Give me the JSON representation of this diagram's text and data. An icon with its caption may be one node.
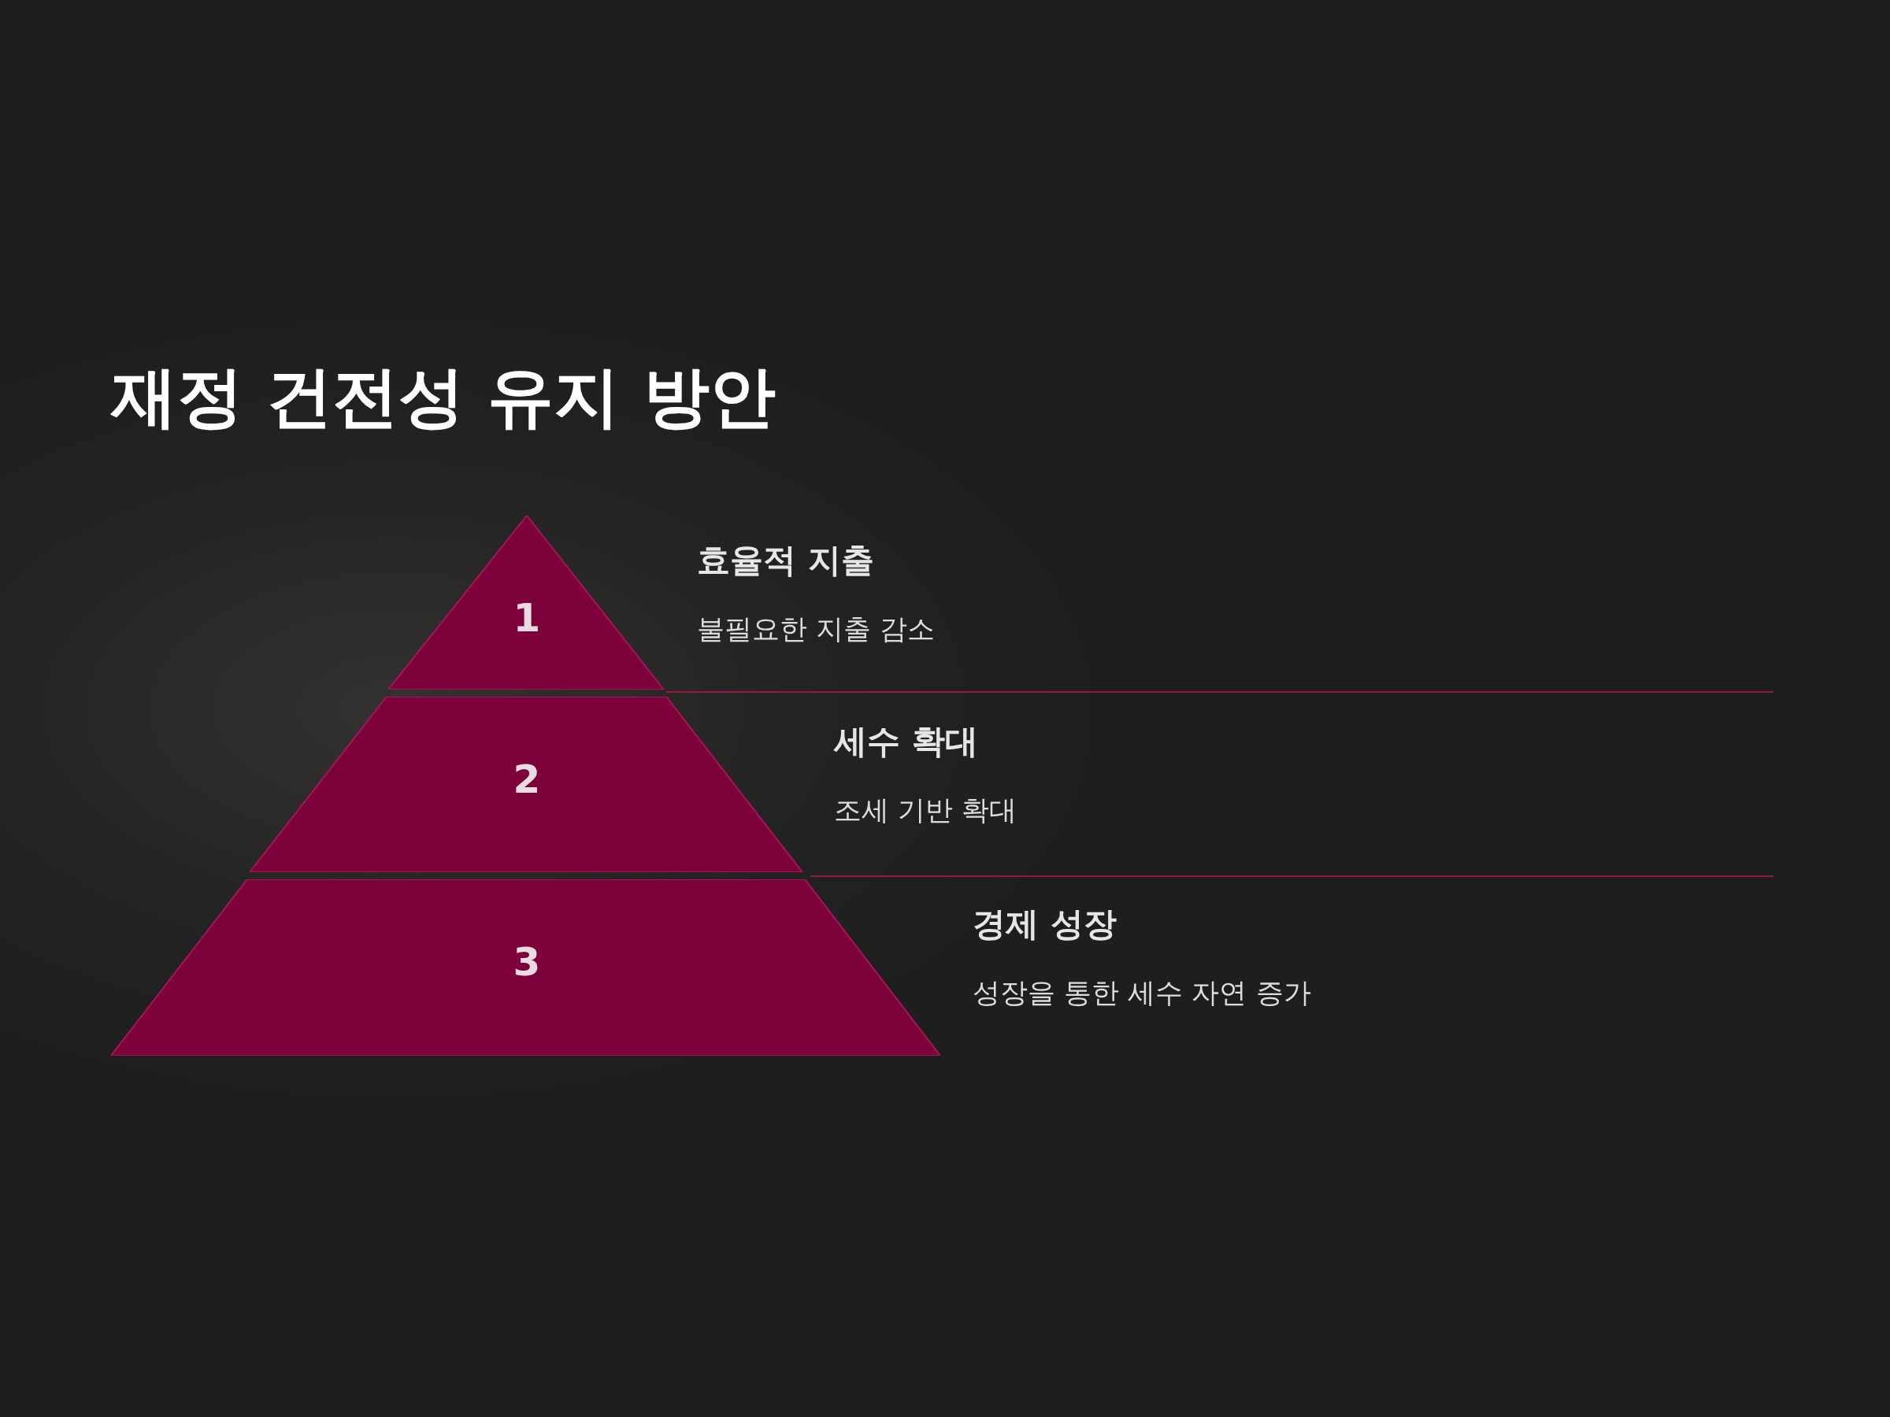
{
  "diagram": {
    "title": "재정 건전성 유지 방안",
    "nodes": [
      {
        "text": [
          "1"
        ],
        "beside": [
          "효율적 지출",
          "불필요한 지출 감소"
        ]
      },
      {
        "text": [
          "2"
        ],
        "beside": [
          "세수 확대",
          "조세 기반 확대"
        ]
      },
      {
        "text": [
          "3"
        ],
        "beside": [
          "경제 성장",
          "성장을 통한 세수 자연 증가"
        ]
      }
    ]
  }
}
